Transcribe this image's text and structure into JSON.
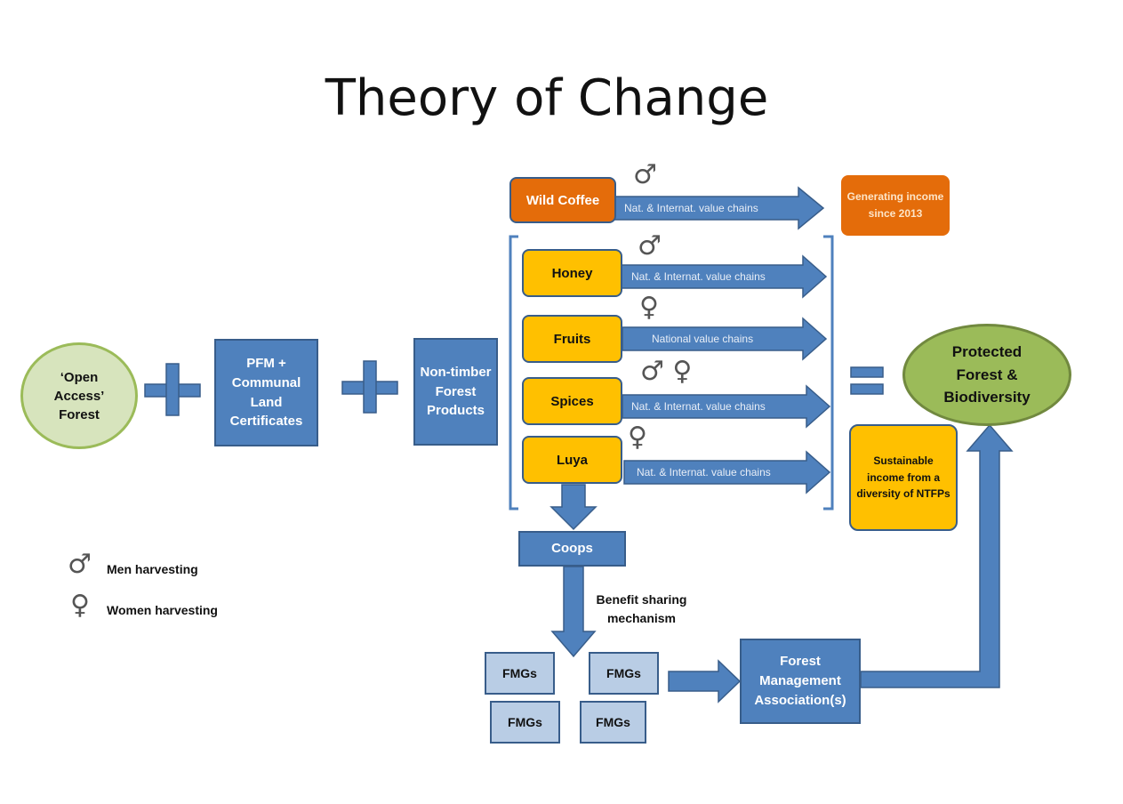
{
  "title": "Theory of Change",
  "inputs": {
    "open_access": "‘Open Access’ Forest",
    "pfm": "PFM + Communal Land Certificates",
    "ntfp": "Non-timber Forest Products"
  },
  "operators": {
    "plus": "+",
    "equals": "="
  },
  "products": [
    {
      "label": "Wild Coffee",
      "chain": "Nat. & Internat. value chains",
      "symbol": "♂"
    },
    {
      "label": "Honey",
      "chain": "Nat. & Internat. value chains",
      "symbol": "♂"
    },
    {
      "label": "Fruits",
      "chain": "National value chains",
      "symbol": "♀"
    },
    {
      "label": "Spices",
      "chain": "Nat. & Internat. value chains",
      "symbol": "♂ ♀"
    },
    {
      "label": "Luya",
      "chain": "Nat. & Internat. value chains",
      "symbol": "♀"
    }
  ],
  "outcomes": {
    "generating_income": "Generating income since 2013",
    "protected": "Protected Forest & Biodiversity",
    "sustainable_income": "Sustainable income from a diversity of NTFPs"
  },
  "coops": "Coops",
  "benefit_sharing": "Benefit sharing mechanism",
  "fmgs": [
    "FMGs",
    "FMGs",
    "FMGs",
    "FMGs"
  ],
  "forest_management": "Forest Management Association(s)",
  "legend": {
    "men": {
      "symbol": "♂",
      "label": "Men harvesting"
    },
    "women": {
      "symbol": "♀",
      "label": "Women harvesting"
    }
  },
  "colors": {
    "blue": "#4f81bd",
    "blue_border": "#385d8a",
    "product_yellow": "#ffc000",
    "coffee_orange": "#e46c0a",
    "green_light": "#d7e4bd",
    "green": "#9bbb59",
    "fmg_blue": "#b9cde5"
  }
}
